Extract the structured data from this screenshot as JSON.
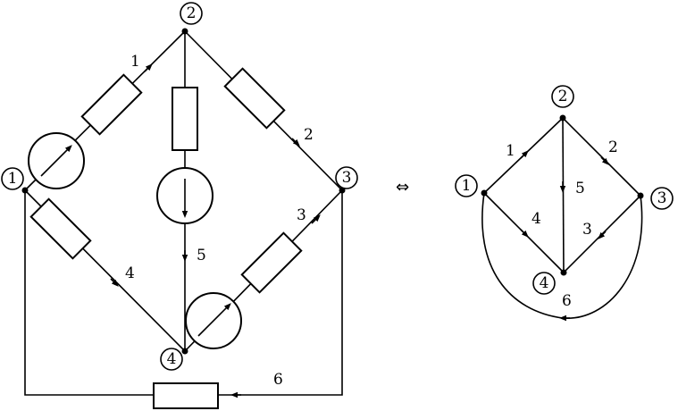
{
  "circuit": {
    "nodes": [
      "1",
      "2",
      "3",
      "4"
    ],
    "branches": [
      "1",
      "2",
      "3",
      "4",
      "5",
      "6"
    ]
  },
  "graph": {
    "nodes": [
      "1",
      "2",
      "3",
      "4"
    ],
    "branches": [
      "1",
      "2",
      "3",
      "4",
      "5",
      "6"
    ]
  },
  "equivalence_symbol": "⇔"
}
